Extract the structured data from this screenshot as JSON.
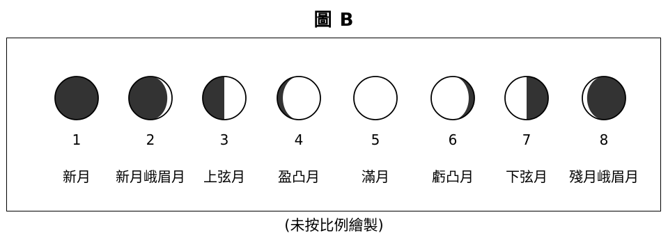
{
  "title": "圖 B",
  "note": "(未按比例繪製)",
  "colors": {
    "dark": "#333333",
    "light": "#ffffff",
    "stroke": "#000000"
  },
  "phases": [
    {
      "number": "1",
      "name": "新月",
      "shape": "new"
    },
    {
      "number": "2",
      "name": "新月峨眉月",
      "shape": "waxing-crescent"
    },
    {
      "number": "3",
      "name": "上弦月",
      "shape": "first-quarter"
    },
    {
      "number": "4",
      "name": "盈凸月",
      "shape": "waxing-gibbous"
    },
    {
      "number": "5",
      "name": "滿月",
      "shape": "full"
    },
    {
      "number": "6",
      "name": "虧凸月",
      "shape": "waning-gibbous"
    },
    {
      "number": "7",
      "name": "下弦月",
      "shape": "last-quarter"
    },
    {
      "number": "8",
      "name": "殘月峨眉月",
      "shape": "waning-crescent"
    }
  ]
}
